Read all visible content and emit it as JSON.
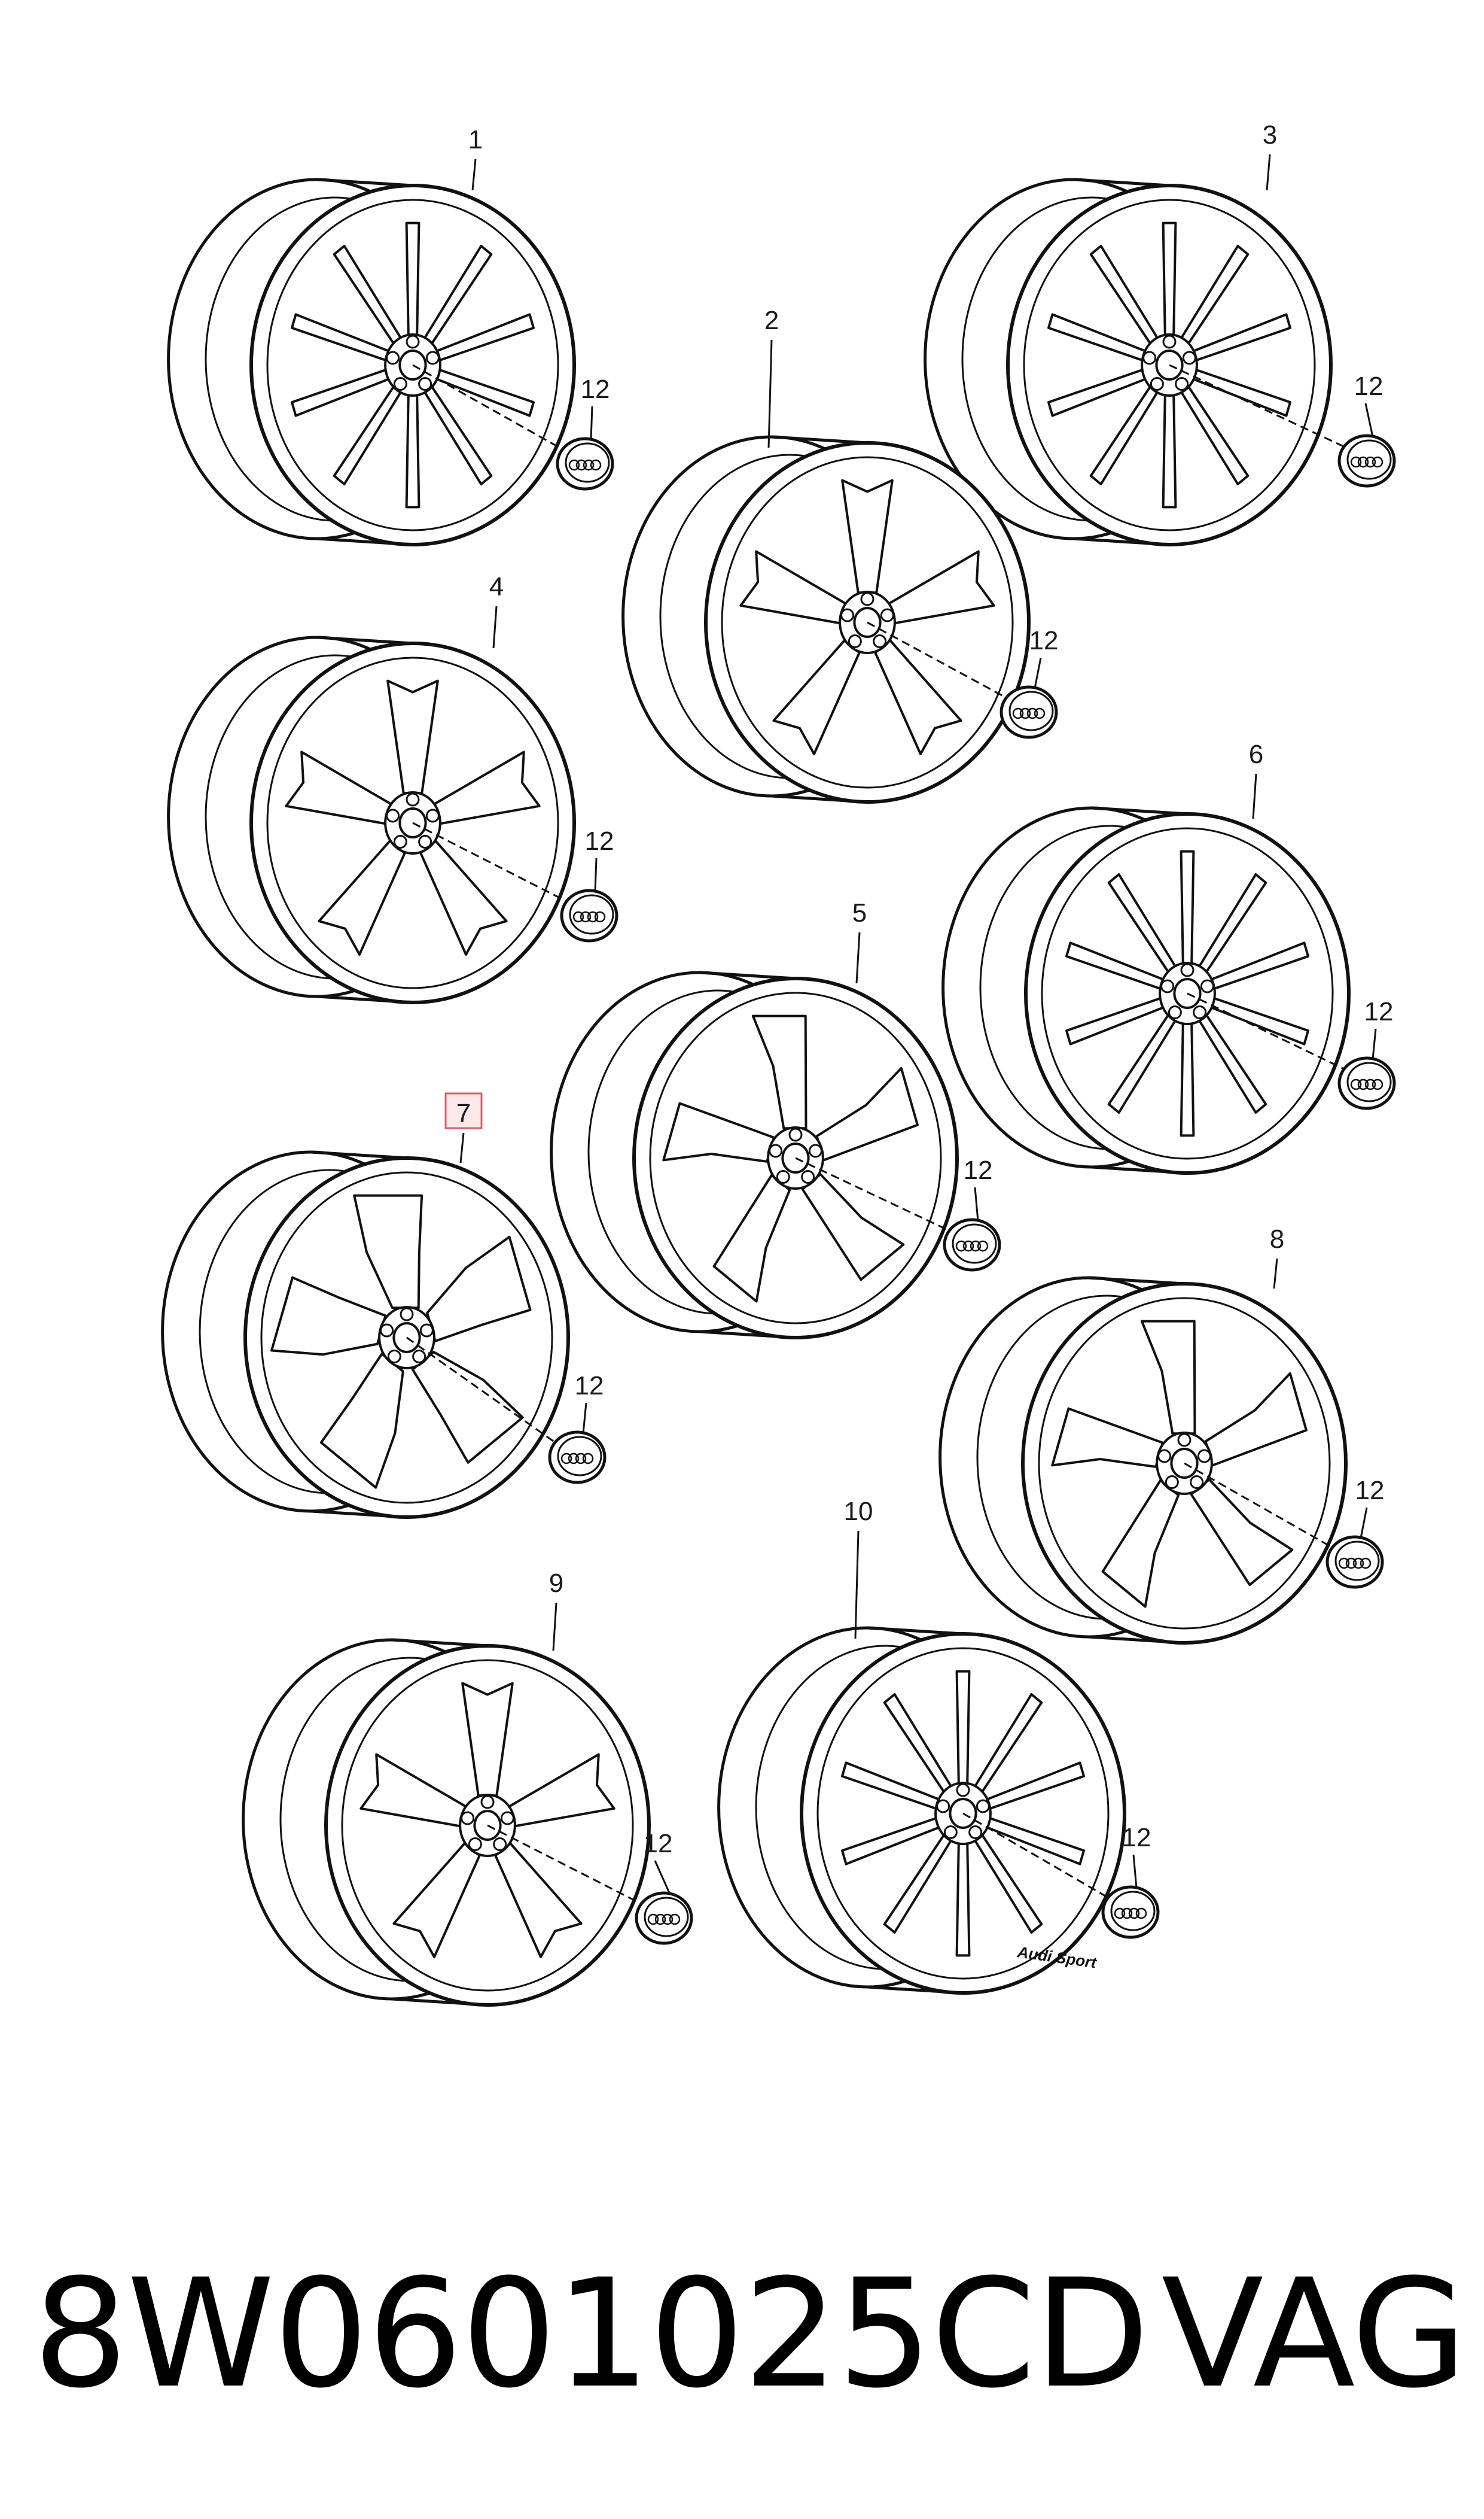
{
  "diagram": {
    "wheels": [
      {
        "id": "1",
        "style": "multi-spoke-twin",
        "spokes": 10,
        "highlighted": false
      },
      {
        "id": "2",
        "style": "five-double-spoke",
        "spokes": 5,
        "highlighted": false
      },
      {
        "id": "3",
        "style": "multi-spoke-twin",
        "spokes": 10,
        "highlighted": false
      },
      {
        "id": "4",
        "style": "five-double-spoke",
        "spokes": 5,
        "highlighted": false
      },
      {
        "id": "5",
        "style": "five-blade",
        "spokes": 5,
        "highlighted": false
      },
      {
        "id": "6",
        "style": "multi-spoke-twin",
        "spokes": 10,
        "highlighted": false
      },
      {
        "id": "7",
        "style": "five-blade-wide",
        "spokes": 5,
        "highlighted": true
      },
      {
        "id": "8",
        "style": "five-blade",
        "spokes": 5,
        "highlighted": false
      },
      {
        "id": "9",
        "style": "five-double-spoke",
        "spokes": 5,
        "highlighted": false
      },
      {
        "id": "10",
        "style": "multi-spoke-twin",
        "spokes": 10,
        "highlighted": false
      }
    ],
    "center_cap_label": "12",
    "rim_lettering": "Audi Sport"
  },
  "footer": {
    "part_number": "8W0601025CD",
    "brand": "VAG"
  }
}
